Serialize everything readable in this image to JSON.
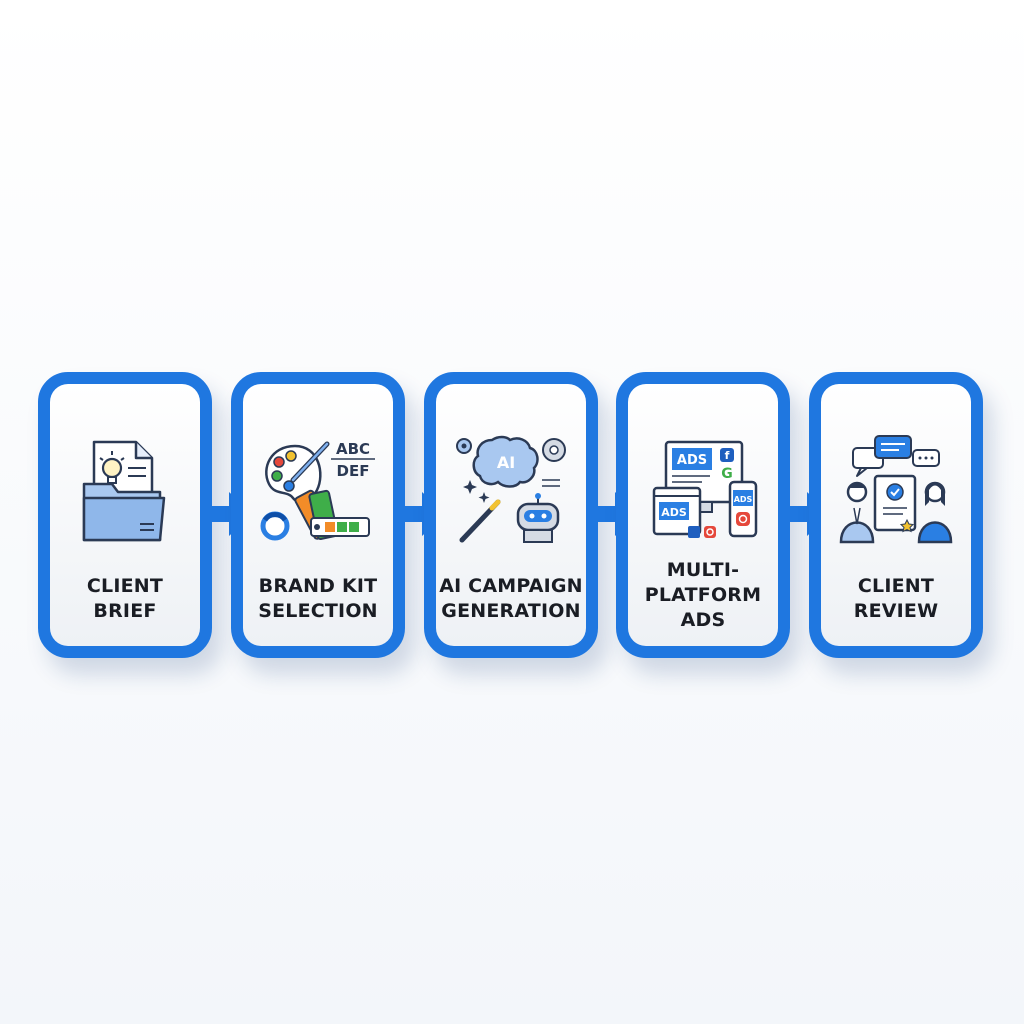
{
  "steps": [
    {
      "label": "CLIENT\nBRIEF",
      "icon": "client-brief-icon"
    },
    {
      "label": "BRAND KIT\nSELECTION",
      "icon": "brand-kit-icon"
    },
    {
      "label": "AI CAMPAIGN\nGENERATION",
      "icon": "ai-generation-icon"
    },
    {
      "label": "MULTI-\nPLATFORM\nADS",
      "icon": "multi-platform-ads-icon"
    },
    {
      "label": "CLIENT\nREVIEW",
      "icon": "client-review-icon"
    }
  ],
  "icon_text": {
    "typography_top": "ABC",
    "typography_bottom": "DEF",
    "ai_brain": "AI",
    "ads_label": "ADS",
    "google_g": "G",
    "facebook_f": "f"
  },
  "colors": {
    "accent": "#1f77e0",
    "icon_stroke": "#2b3a55",
    "icon_fill": "#a9c8f0",
    "swatch_orange": "#f28c28",
    "swatch_green": "#3fae49",
    "palette_red": "#e5483b"
  }
}
